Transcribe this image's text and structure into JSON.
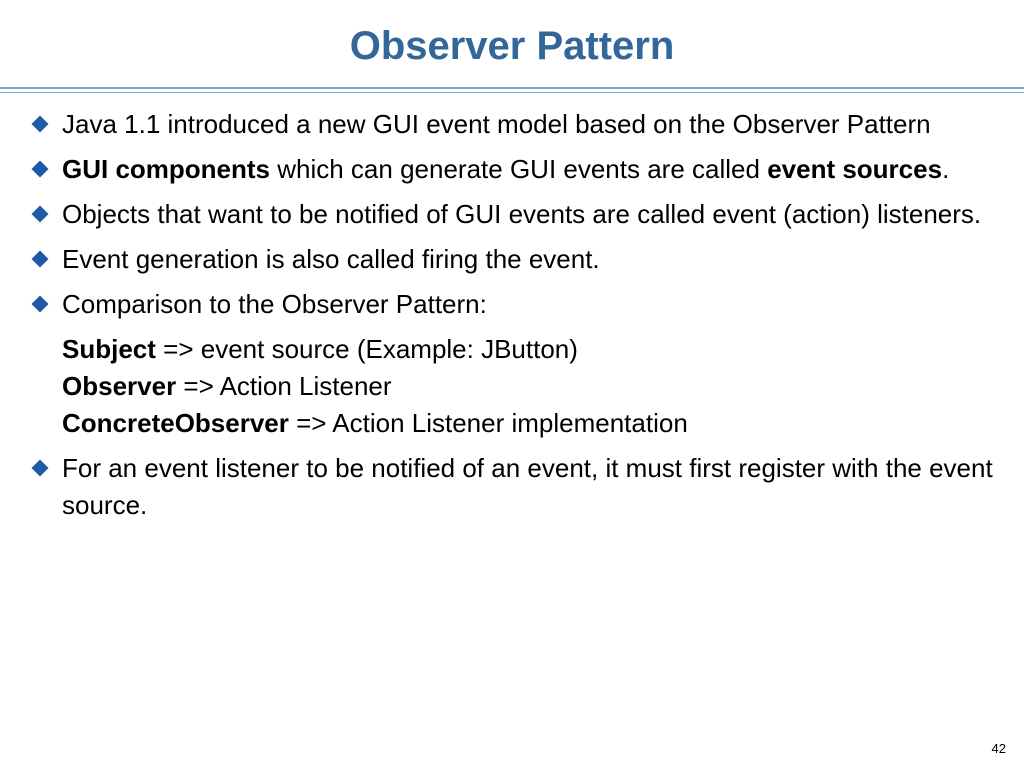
{
  "slide": {
    "title": "Observer Pattern",
    "page_number": "42",
    "colors": {
      "title": "#336699",
      "bullet_marker": "#1f5aa6",
      "rule": "#7fa7c9"
    },
    "bullets": [
      {
        "text": "Java 1.1 introduced a new GUI event model based on the Observer Pattern"
      },
      {
        "term1": "GUI components",
        "mid": " which can generate GUI events are called ",
        "term2": "event sources",
        "end": "."
      },
      {
        "text": "Objects that want to be notified of GUI events are called event (action) listeners."
      },
      {
        "text": "Event generation is also called firing the event."
      },
      {
        "text": "Comparison to the Observer Pattern:"
      },
      {
        "text": "For an event listener to be notified of an event, it must first register with the event source."
      }
    ],
    "comparison": [
      {
        "term": "Subject",
        "text": " => event source (Example: JButton)"
      },
      {
        "term": "Observer",
        "text": " => Action Listener"
      },
      {
        "term": "ConcreteObserver",
        "text": " => Action Listener implementation"
      }
    ]
  }
}
